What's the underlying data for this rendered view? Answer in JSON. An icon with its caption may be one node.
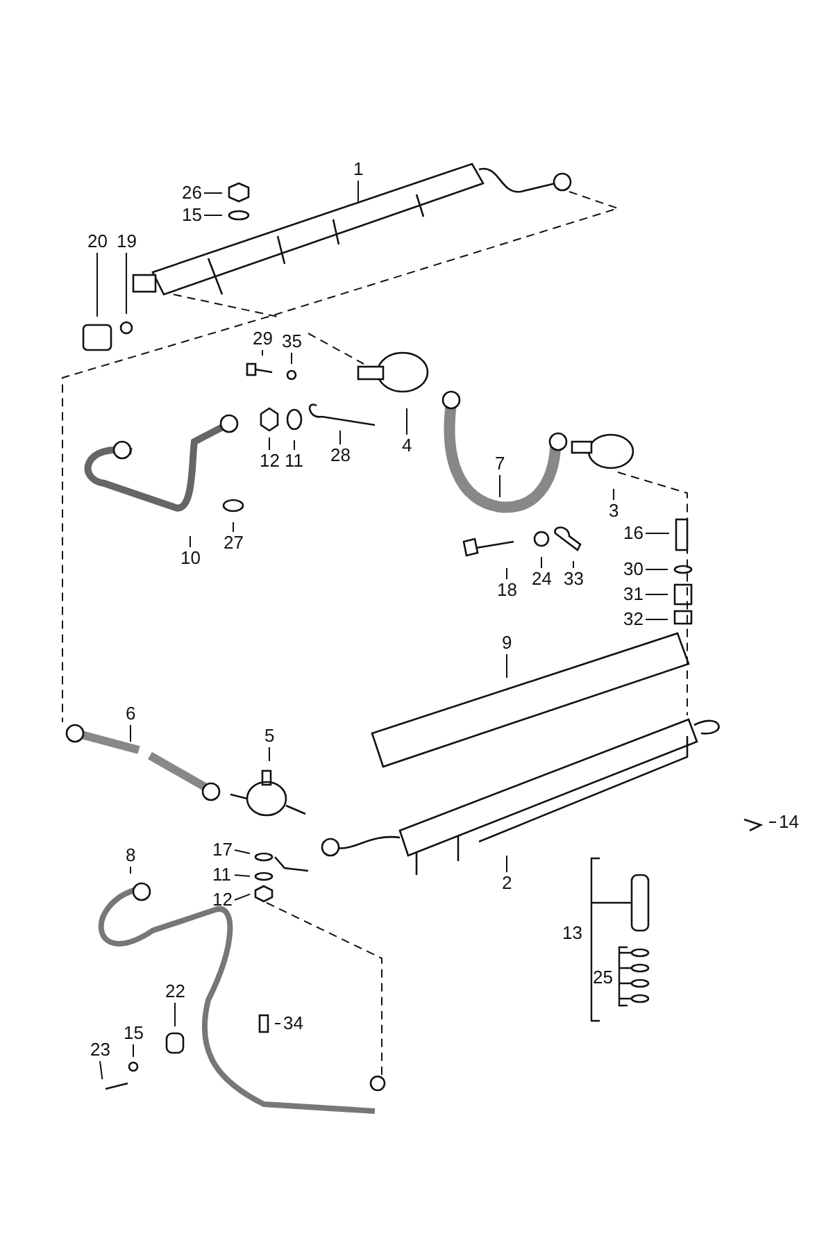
{
  "diagram": {
    "nodes": [
      {
        "text": [
          "1"
        ]
      },
      {
        "text": [
          "26"
        ]
      },
      {
        "text": [
          "15"
        ]
      },
      {
        "text": [
          "20"
        ]
      },
      {
        "text": [
          "19"
        ]
      },
      {
        "text": [
          "29"
        ]
      },
      {
        "text": [
          "35"
        ]
      },
      {
        "text": [
          "12"
        ]
      },
      {
        "text": [
          "11"
        ]
      },
      {
        "text": [
          "28"
        ]
      },
      {
        "text": [
          "4"
        ]
      },
      {
        "text": [
          "7"
        ]
      },
      {
        "text": [
          "3"
        ]
      },
      {
        "text": [
          "16"
        ]
      },
      {
        "text": [
          "18"
        ]
      },
      {
        "text": [
          "24"
        ]
      },
      {
        "text": [
          "33"
        ]
      },
      {
        "text": [
          "10"
        ]
      },
      {
        "text": [
          "27"
        ]
      },
      {
        "text": [
          "30"
        ]
      },
      {
        "text": [
          "31"
        ]
      },
      {
        "text": [
          "32"
        ]
      },
      {
        "text": [
          "9"
        ]
      },
      {
        "text": [
          "6"
        ]
      },
      {
        "text": [
          "5"
        ]
      },
      {
        "text": [
          "14"
        ]
      },
      {
        "text": [
          "8"
        ]
      },
      {
        "text": [
          "17"
        ]
      },
      {
        "text": [
          "11"
        ]
      },
      {
        "text": [
          "12"
        ]
      },
      {
        "text": [
          "2"
        ]
      },
      {
        "text": [
          "13"
        ]
      },
      {
        "text": [
          "25"
        ]
      },
      {
        "text": [
          "22"
        ]
      },
      {
        "text": [
          "34"
        ]
      },
      {
        "text": [
          "15"
        ]
      },
      {
        "text": [
          "23"
        ]
      }
    ],
    "edges": [
      {
        "from": 0,
        "to": null,
        "arrow": "none"
      },
      {
        "from": 1,
        "to": null,
        "arrow": "none"
      },
      {
        "from": 2,
        "to": null,
        "arrow": "none"
      },
      {
        "from": 3,
        "to": null,
        "arrow": "none"
      },
      {
        "from": 4,
        "to": null,
        "arrow": "none"
      },
      {
        "from": 5,
        "to": null,
        "arrow": "none"
      },
      {
        "from": 6,
        "to": null,
        "arrow": "none"
      },
      {
        "from": 7,
        "to": null,
        "arrow": "none"
      },
      {
        "from": 8,
        "to": null,
        "arrow": "none"
      },
      {
        "from": 9,
        "to": null,
        "arrow": "none"
      },
      {
        "from": 10,
        "to": null,
        "arrow": "none"
      },
      {
        "from": 11,
        "to": null,
        "arrow": "none"
      },
      {
        "from": 12,
        "to": null,
        "arrow": "none"
      },
      {
        "from": 13,
        "to": null,
        "arrow": "none"
      },
      {
        "from": 14,
        "to": null,
        "arrow": "none"
      },
      {
        "from": 15,
        "to": null,
        "arrow": "none"
      },
      {
        "from": 16,
        "to": null,
        "arrow": "none"
      },
      {
        "from": 17,
        "to": null,
        "arrow": "none"
      },
      {
        "from": 18,
        "to": null,
        "arrow": "none"
      },
      {
        "from": 19,
        "to": null,
        "arrow": "none"
      },
      {
        "from": 20,
        "to": null,
        "arrow": "none"
      },
      {
        "from": 21,
        "to": null,
        "arrow": "none"
      },
      {
        "from": 22,
        "to": null,
        "arrow": "none"
      },
      {
        "from": 23,
        "to": null,
        "arrow": "none"
      },
      {
        "from": 24,
        "to": null,
        "arrow": "none"
      },
      {
        "from": 25,
        "to": null,
        "arrow": "none"
      },
      {
        "from": 26,
        "to": null,
        "arrow": "none"
      },
      {
        "from": 27,
        "to": null,
        "arrow": "none"
      },
      {
        "from": 28,
        "to": null,
        "arrow": "none"
      },
      {
        "from": 29,
        "to": null,
        "arrow": "none"
      },
      {
        "from": 30,
        "to": null,
        "arrow": "none"
      },
      {
        "from": 33,
        "to": null,
        "arrow": "none"
      },
      {
        "from": 34,
        "to": null,
        "arrow": "none"
      },
      {
        "from": 35,
        "to": null,
        "arrow": "none"
      },
      {
        "from": 36,
        "to": null,
        "arrow": "none"
      }
    ]
  }
}
